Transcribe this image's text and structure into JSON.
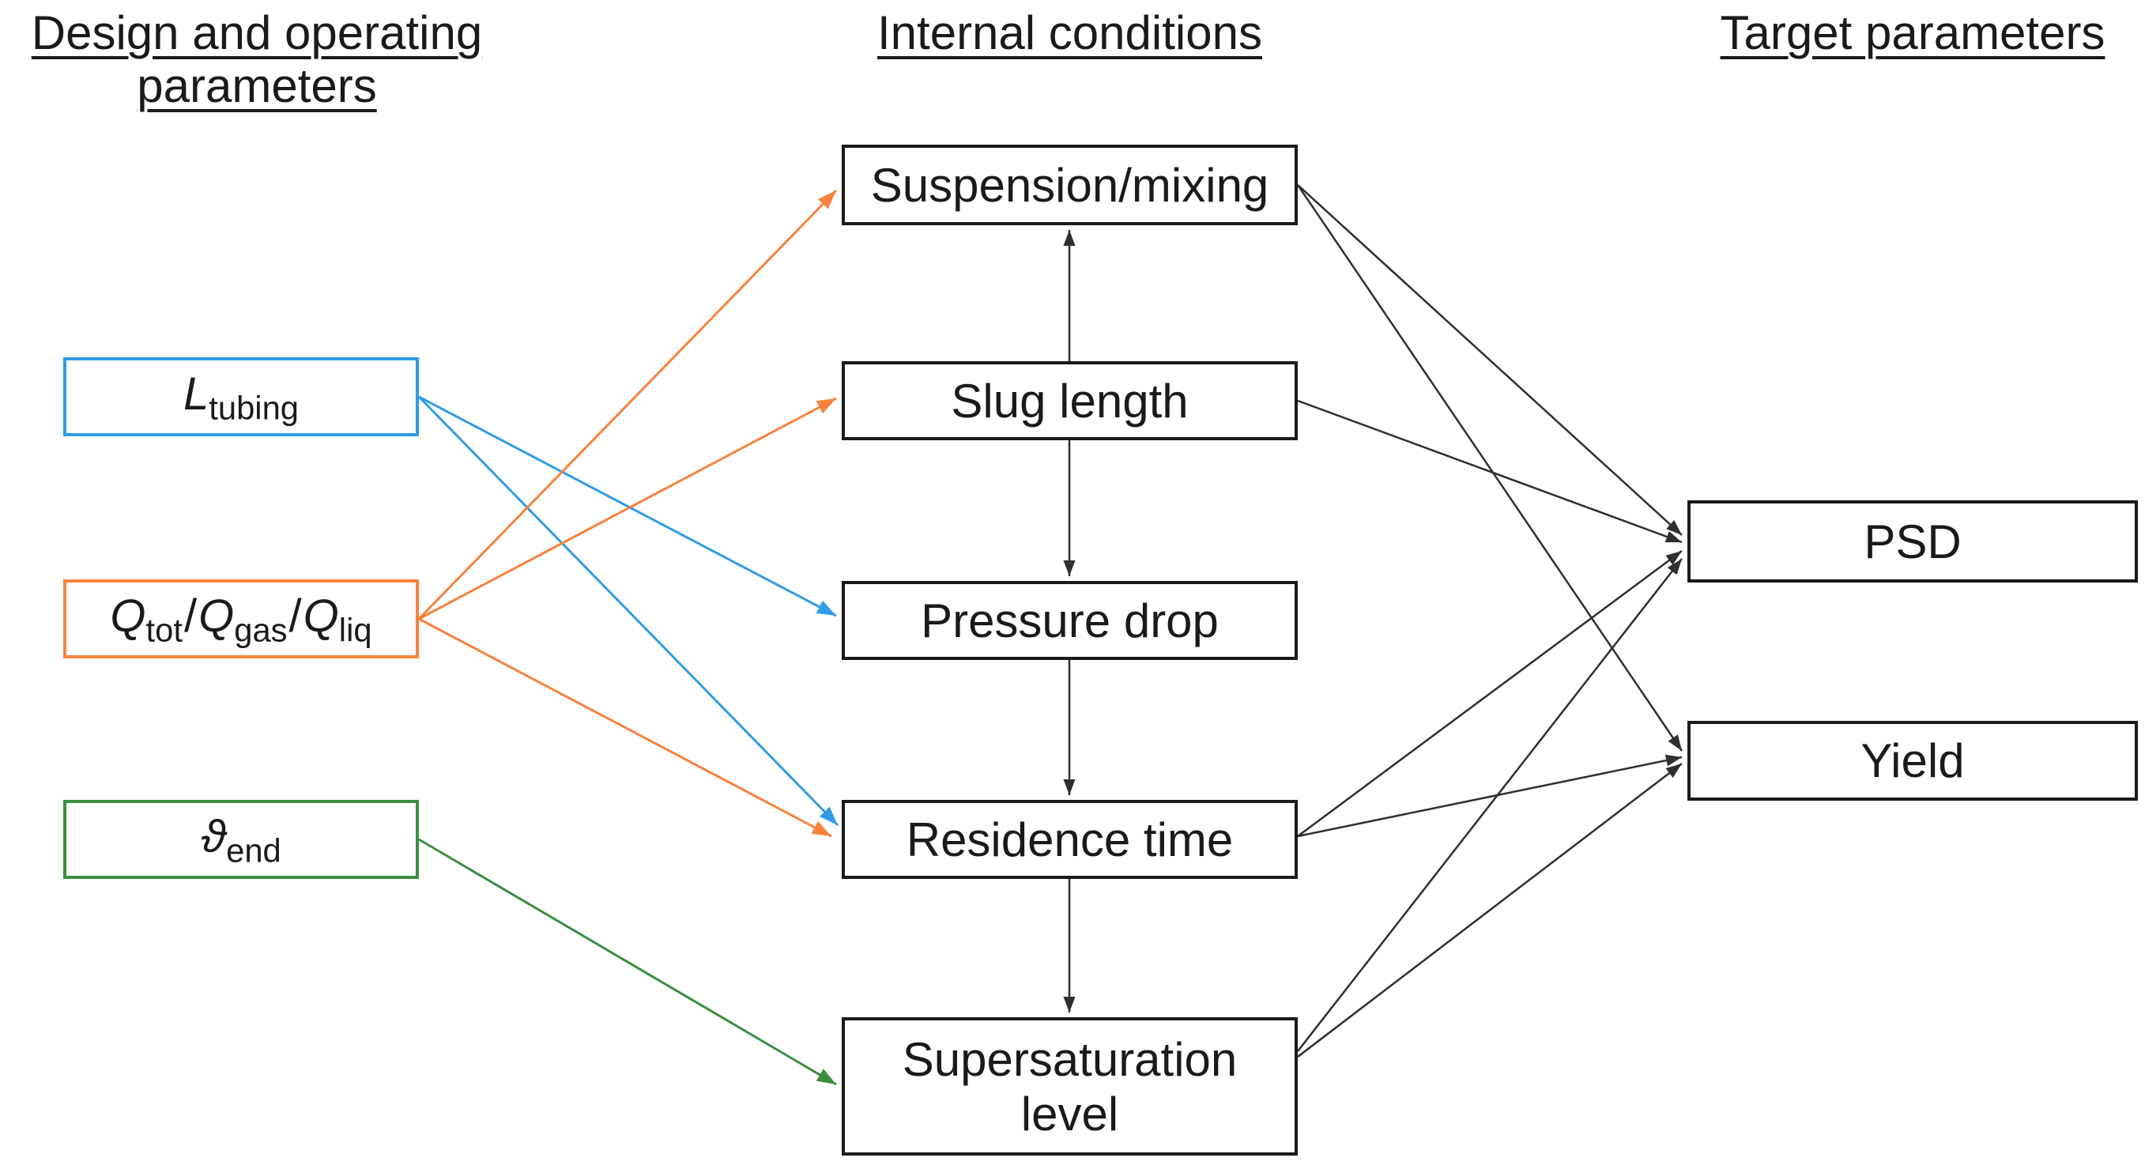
{
  "headings": {
    "left": "Design and operating parameters",
    "middle": "Internal conditions",
    "right": "Target parameters"
  },
  "colors": {
    "blue": "#2F9CE5",
    "orange": "#F8823C",
    "green": "#3B8E3F",
    "black": "#2F2F2F"
  },
  "left_nodes": [
    {
      "id": "l-tubing",
      "symbol": "L",
      "subscript": "tubing",
      "accent": "blue"
    },
    {
      "id": "q-flows",
      "parts": [
        {
          "symbol": "Q",
          "subscript": "tot"
        },
        {
          "symbol": "Q",
          "subscript": "gas"
        },
        {
          "symbol": "Q",
          "subscript": "liq"
        }
      ],
      "separator": "/",
      "accent": "orange"
    },
    {
      "id": "theta-end",
      "symbol": "ϑ",
      "subscript": "end",
      "accent": "green"
    }
  ],
  "middle_nodes": [
    {
      "id": "suspension-mixing",
      "label": "Suspension/mixing"
    },
    {
      "id": "slug-length",
      "label": "Slug length"
    },
    {
      "id": "pressure-drop",
      "label": "Pressure drop"
    },
    {
      "id": "residence-time",
      "label": "Residence time"
    },
    {
      "id": "supersaturation-level",
      "label": "Supersaturation level"
    }
  ],
  "right_nodes": [
    {
      "id": "psd",
      "label": "PSD"
    },
    {
      "id": "yield",
      "label": "Yield"
    }
  ],
  "edges": [
    {
      "from": "l-tubing",
      "to": "pressure-drop",
      "color": "blue"
    },
    {
      "from": "l-tubing",
      "to": "residence-time",
      "color": "blue"
    },
    {
      "from": "q-flows",
      "to": "suspension-mixing",
      "color": "orange"
    },
    {
      "from": "q-flows",
      "to": "slug-length",
      "color": "orange"
    },
    {
      "from": "q-flows",
      "to": "residence-time",
      "color": "orange"
    },
    {
      "from": "theta-end",
      "to": "supersaturation-level",
      "color": "green"
    },
    {
      "from": "slug-length",
      "to": "suspension-mixing",
      "color": "black"
    },
    {
      "from": "slug-length",
      "to": "pressure-drop",
      "color": "black"
    },
    {
      "from": "pressure-drop",
      "to": "residence-time",
      "color": "black"
    },
    {
      "from": "residence-time",
      "to": "supersaturation-level",
      "color": "black"
    },
    {
      "from": "suspension-mixing",
      "to": "psd",
      "color": "black"
    },
    {
      "from": "suspension-mixing",
      "to": "yield",
      "color": "black"
    },
    {
      "from": "slug-length",
      "to": "psd",
      "color": "black"
    },
    {
      "from": "residence-time",
      "to": "psd",
      "color": "black"
    },
    {
      "from": "residence-time",
      "to": "yield",
      "color": "black"
    },
    {
      "from": "supersaturation-level",
      "to": "psd",
      "color": "black"
    },
    {
      "from": "supersaturation-level",
      "to": "yield",
      "color": "black"
    }
  ]
}
